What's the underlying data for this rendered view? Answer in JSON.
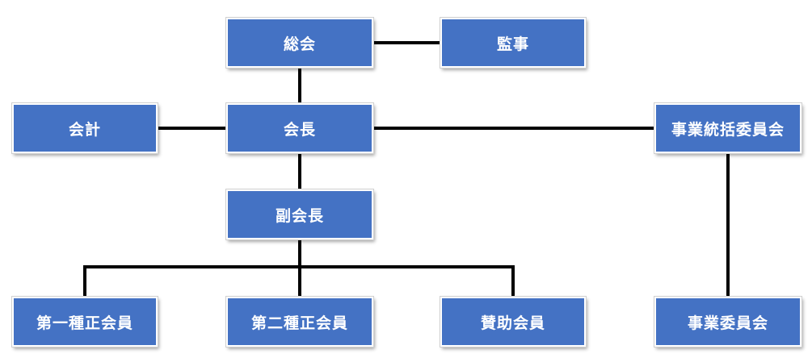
{
  "nodes": {
    "soukai": "総会",
    "kanji": "監事",
    "kaikei": "会計",
    "kaichou": "会長",
    "jigyou_toukatsu": "事業統括委員会",
    "fukukaichou": "副会長",
    "dai1_seikaiin": "第一種正会員",
    "dai2_seikaiin": "第二種正会員",
    "sanjo_kaiin": "賛助会員",
    "jigyou_iinkai": "事業委員会"
  },
  "colors": {
    "box_fill": "#4472c4",
    "box_text": "#ffffff",
    "connector": "#000000"
  }
}
